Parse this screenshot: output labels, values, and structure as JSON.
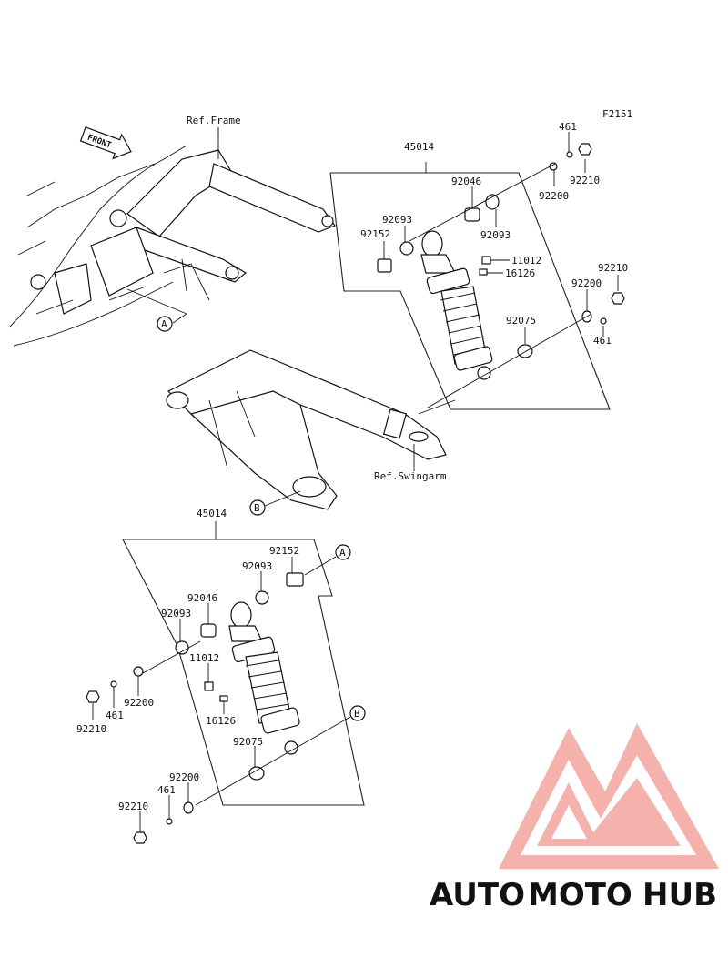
{
  "diagram_code": "F2151",
  "front_label": "FRONT",
  "ref_frame": "Ref.Frame",
  "ref_swingarm": "Ref.Swingarm",
  "callout_a": "A",
  "callout_b": "B",
  "upper_group": {
    "assembly": "45014",
    "parts": [
      "461",
      "92210",
      "92200",
      "92046",
      "92093",
      "92093",
      "92152",
      "11012",
      "16126",
      "92210",
      "92200",
      "461",
      "92075"
    ]
  },
  "lower_group": {
    "assembly": "45014",
    "parts": [
      "92152",
      "92093",
      "92046",
      "92093",
      "11012",
      "16126",
      "92200",
      "461",
      "92210",
      "92075",
      "92200",
      "461",
      "92210"
    ]
  },
  "watermark": {
    "part1": "AUTO",
    "part2": "MOTO",
    "part3": "HUB",
    "colors": {
      "auto": "#f6c58c",
      "moto": "#f08a80",
      "hub": "#8a8a8a",
      "logo": "#f28f86"
    }
  }
}
